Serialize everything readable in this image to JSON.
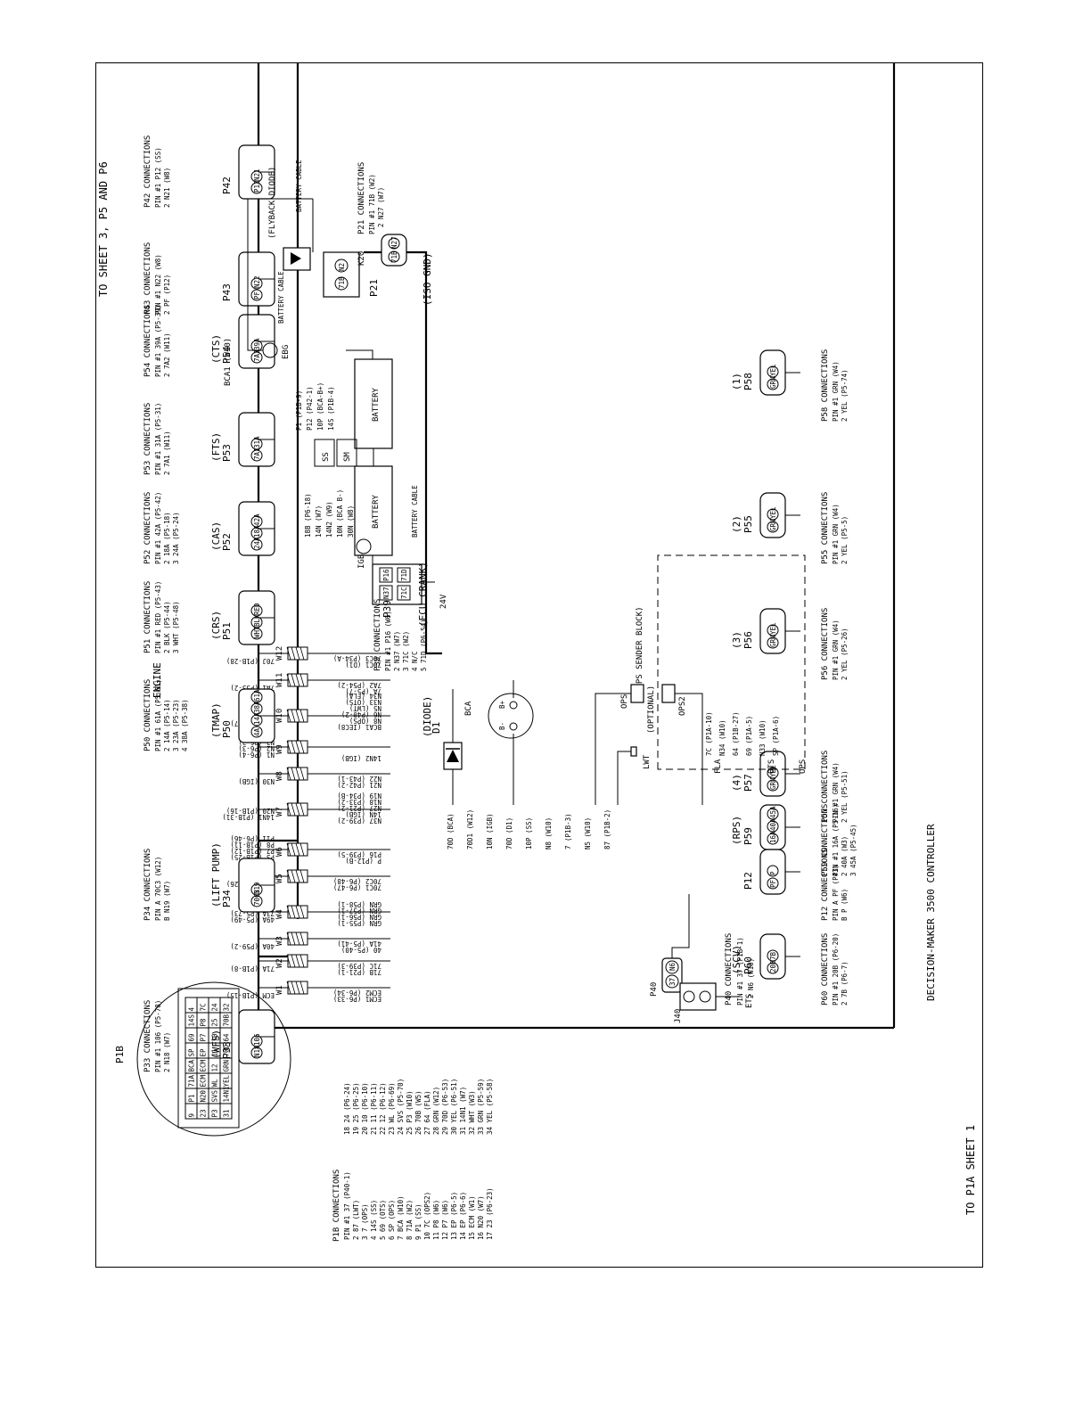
{
  "title": "DECISION-MAKER 3500 CONTROLLER",
  "section_label": "ENGINE",
  "off_page": {
    "p1a": "TO P1A SHEET 1",
    "sheet3": "TO SHEET 3, P5 AND P6"
  },
  "p1b": {
    "name": "P1B",
    "grid": [
      [
        "9",
        "P1",
        "71A",
        "BCA",
        "SP",
        "69",
        "14S",
        "4"
      ],
      [
        "23",
        "N20",
        "ECM",
        "ECM",
        "EP",
        "P7",
        "P8",
        "7C"
      ],
      [
        "P3",
        "SVS",
        "WL",
        "12",
        "11",
        "10",
        "25",
        "24"
      ],
      [
        "31",
        "14N1",
        "YEL",
        "GRN",
        "70D",
        "64",
        "70B",
        "32"
      ]
    ],
    "conn_title": "P1B CONNECTIONS",
    "conn_left": [
      "PIN #1  37  (P40-1)",
      "2  87  (LWT)",
      "3  7  (OPS)",
      "4  14S  (SS)",
      "5  69  (OTS)",
      "6  SP  (OPS)",
      "7  BCA  (W10)",
      "8  71A  (W2)",
      "9  P1  (SS)",
      "10  7C  (OPS2)",
      "11  P8  (W6)",
      "12  P7  (W6)",
      "13  EP  (P6-5)",
      "14  EP  (P6-6)",
      "15  ECM  (W1)",
      "16  N20  (W7)",
      "17  23  (P6-23)"
    ],
    "conn_right": [
      "18  24  (P6-24)",
      "19  25  (P6-25)",
      "20  10  (P6-10)",
      "21  11  (P6-11)",
      "22  12  (P6-12)",
      "23  WL  (P6-69)",
      "24  SVS  (P5-70)",
      "25  P3  (W10)",
      "26  70B  (W5)",
      "27  64  (FLA)",
      "28  GRN  (W12)",
      "29  70D  (P6-53)",
      "30  YEL  (P6-51)",
      "31  14N1  (W7)",
      "32  WHT  (W3)",
      "33  GRN  (P5-59)",
      "34  YEL  (P5-58)"
    ]
  },
  "top_connectors": [
    {
      "name": "P60",
      "sub": "(SCV)",
      "pins": [
        "20B",
        "7B"
      ],
      "conn_title": "P60 CONNECTIONS",
      "conn": [
        "PIN #1  20B  (P6-20)",
        "2  7B  (P6-7)"
      ]
    },
    {
      "name": "P59",
      "sub": "(RPS)",
      "pins": [
        "16A",
        "40A",
        "45A"
      ],
      "conn_title": "P59 CONNECTIONS",
      "conn": [
        "PIN #1  16A  (P5-16)",
        "2  40A  (W3)",
        "3  45A  (P5-45)"
      ]
    },
    {
      "name": "P12",
      "sub": "",
      "pins": [
        "PF",
        "P"
      ],
      "conn_title": "P12 CONNECTIONS",
      "conn": [
        "PIN A  PF  (P43)",
        "B  P  (W6)"
      ]
    },
    {
      "name": "P57",
      "sub": "(4)",
      "pins": [
        "GRN",
        "YEL"
      ],
      "conn_title": "P57 CONNECTIONS",
      "conn": [
        "PIN #1  GRN  (W4)",
        "2  YEL  (P5-51)"
      ]
    },
    {
      "name": "P56",
      "sub": "(3)",
      "pins": [
        "GRN",
        "YEL"
      ],
      "conn_title": "P56 CONNECTIONS",
      "conn": [
        "PIN #1  GRN  (W4)",
        "2  YEL  (P5-26)"
      ]
    },
    {
      "name": "P55",
      "sub": "(2)",
      "pins": [
        "GRN",
        "YEL"
      ],
      "conn_title": "P55 CONNECTIONS",
      "conn": [
        "PIN #1  GRN  (W4)",
        "2  YEL  (P5-5)"
      ]
    },
    {
      "name": "P58",
      "sub": "(1)",
      "pins": [
        "GRN",
        "YEL"
      ],
      "conn_title": "P58 CONNECTIONS",
      "conn": [
        "PIN #1  GRN  (W4)",
        "2  YEL  (P5-74)"
      ]
    }
  ],
  "bottom_connectors": [
    {
      "name": "P33",
      "sub": "(WFS)",
      "pins": [
        "N18",
        "106"
      ],
      "conn_title": "P33 CONNECTIONS",
      "conn": [
        "PIN #1  106  (P5-78)",
        "2  N18  (W7)"
      ]
    },
    {
      "name": "P34",
      "sub": "(LIFT PUMP)",
      "pins": [
        "70C3",
        "N19"
      ],
      "conn_title": "P34 CONNECTIONS",
      "conn": [
        "PIN A  70C3  (W12)",
        "B  N19  (W7)"
      ]
    },
    {
      "name": "P50",
      "sub": "(TMAP)",
      "pins": [
        "4A",
        "14A",
        "38A",
        "61A"
      ],
      "conn_title": "P50 CONNECTIONS",
      "conn": [
        "PIN #1  61A  (P5-61)",
        "2  14A  (P5-14)",
        "3  23A  (P5-23)",
        "4  38A  (P5-38)"
      ]
    },
    {
      "name": "P51",
      "sub": "(CRS)",
      "pins": [
        "WHT",
        "BLK",
        "RED"
      ],
      "conn_title": "P51 CONNECTIONS",
      "conn": [
        "PIN #1  RED  (P5-43)",
        "2  BLK  (P5-44)",
        "3  WHT  (P5-48)"
      ]
    },
    {
      "name": "P52",
      "sub": "(CAS)",
      "pins": [
        "24A",
        "18A",
        "42A"
      ],
      "conn_title": "P52 CONNECTIONS",
      "conn": [
        "PIN #1  42A  (P5-42)",
        "2  18A  (P5-18)",
        "3  24A  (P5-24)"
      ]
    },
    {
      "name": "P53",
      "sub": "(FTS)",
      "pins": [
        "7A1",
        "31A"
      ],
      "conn_title": "P53 CONNECTIONS",
      "conn": [
        "PIN #1  31A  (P5-31)",
        "2  7A1  (W11)"
      ]
    },
    {
      "name": "P54",
      "sub": "(CTS)",
      "pins": [
        "7A2",
        "39A"
      ],
      "conn_title": "P54 CONNECTIONS",
      "conn": [
        "PIN #1  39A  (P5-39)",
        "2  7A2  (W11)"
      ]
    },
    {
      "name": "P43",
      "sub": "",
      "pins": [
        "PF",
        "N22"
      ],
      "conn_title": "P43 CONNECTIONS",
      "conn": [
        "PIN #1  N22  (W8)",
        "2  PF  (P12)"
      ]
    },
    {
      "name": "P42",
      "sub": "",
      "pins": [
        "P12",
        "N21"
      ],
      "conn_title": "P42 CONNECTIONS",
      "conn": [
        "PIN #1  P12  (SS)",
        "2  N21  (W8)"
      ]
    }
  ],
  "p40": {
    "name": "P40",
    "pins": [
      "37",
      "N6"
    ],
    "conn_title": "P40 CONNECTIONS",
    "conn": [
      "PIN #1  37  (P1B-1)",
      "2  N6  (W10)"
    ]
  },
  "j40": {
    "name": "J40",
    "sensor": "ETS"
  },
  "splices": [
    {
      "name": "W1",
      "left": [
        "ECM (P1B-15)"
      ],
      "right": [
        "ECM1 (P6-33)",
        "ECM2 (P6-34)"
      ]
    },
    {
      "name": "W2",
      "left": [
        "71A (P1B-8)"
      ],
      "right": [
        "71B (P21-1)",
        "71C (P39-3)"
      ]
    },
    {
      "name": "W3",
      "left": [
        "40A (P59-2)"
      ],
      "right": [
        "40 (P5-40)",
        "41A (P5-41)"
      ]
    },
    {
      "name": "W4",
      "left": [
        "49A (P5-49)",
        "73A (P5-73)"
      ],
      "right": [
        "GRN (P55-1)",
        "GRN (P56-1)",
        "GRN (P57-1)",
        "GRN (P58-1)"
      ]
    },
    {
      "name": "W5",
      "left": [
        "70B (P1B-26)"
      ],
      "right": [
        "70C1 (P6-47)",
        "70C2 (P6-48)"
      ]
    },
    {
      "name": "W6",
      "left": [
        "P3 (P1B-25)",
        "P7 (P1B-12)",
        "P8 (P1B-11)",
        "P11 (P6-46)"
      ],
      "right": [
        "P (P12-B)",
        "P16 (P39-5)"
      ]
    },
    {
      "name": "W7",
      "left": [
        "14N1 (P1B-31)",
        "N20 (P1B-16)"
      ],
      "right": [
        "N37 (P39-2)",
        "14N (IGB)",
        "N27 (P21-2)",
        "N18 (P33-2)",
        "N19 (P34-B)"
      ]
    },
    {
      "name": "W8",
      "left": [
        "N30 (IGB)"
      ],
      "right": [
        "N21 (P42-2)",
        "N22 (P43-1)"
      ]
    },
    {
      "name": "W9",
      "left": [
        "N1 (P6-4)",
        "N2 (P6-3)",
        "N3 (P6-2)",
        "N4 (P6-1)"
      ],
      "right": [
        "14N2 (IGB)"
      ]
    },
    {
      "name": "W10",
      "left": [
        "BCA (P1B-7)"
      ],
      "right": [
        "BCA1 (IEC8)",
        "N8 (OPS)",
        "N6 (P40-2)",
        "N5 (LWT)",
        "N33 (OTS)",
        "N34 (FLA)"
      ]
    },
    {
      "name": "W11",
      "left": [
        "7A1 (P53-2)"
      ],
      "right": [
        "7A (P5-7)",
        "7A2 (P54-2)"
      ]
    },
    {
      "name": "W12",
      "left": [
        "70J (P1B-28)"
      ],
      "right": [
        "70C1 (D1)",
        "70C3 (P34-A)"
      ]
    }
  ],
  "center_wires": [
    "70D (BCA)",
    "70D1 (W12)",
    "10N (IGB)",
    "70D (D1)",
    "10P (SS)",
    "N8 (W10)",
    "7 (P1B-3)",
    "N5 (W10)",
    "87 (P1B-2)"
  ],
  "optional_block": {
    "label": "(OPTIONAL)",
    "sender_label": "(OPS SENDER BLOCK)",
    "ops": "OPS",
    "ops2": "OPS2",
    "wires": [
      "7C (P1A-10)",
      "N34 (W10)",
      "64 (P1B-27)",
      "69 (P1A-5)",
      "N33 (W10)",
      "SP (P1A-6)"
    ],
    "sensors": [
      "FLA",
      "OTS",
      "OPS"
    ]
  },
  "devices": {
    "d1": "D1",
    "d1_sub": "(DIODE)",
    "bca": "BCA",
    "bca_minus": "B-",
    "bca_plus": "B+",
    "lwt": "LWT",
    "battery": "BATTERY",
    "battery_cable": "BATTERY CABLE",
    "ss": "SS",
    "sm": "SM",
    "ss_wires": [
      "P1 (P1B-9)",
      "P12 (P42-1)",
      "10P (BCA-B+)",
      "14S (P1B-4)"
    ],
    "p39": "P39",
    "p39_sub": "(ECU CRANK)",
    "p39_volt": "24V",
    "p39_pins": [
      "N37",
      "P16",
      "71C",
      "71D"
    ],
    "p39_conn_title": "P39 CONNECTIONS",
    "p39_conn": [
      "PIN #1  P16  (W6)",
      "2  N37  (W7)",
      "3  71C  (W2)",
      "4  N/C",
      "5  71D  (P6-54)"
    ],
    "igb": "IGB",
    "igb_wires": [
      "18B (P6-18)",
      "14N (W7)",
      "14N2 (W9)",
      "10N (BCA B-)",
      "30N (W8)"
    ],
    "k20": "K20",
    "k20_pins": [
      "71B",
      "N2"
    ],
    "flyback": "(FLYBACK DIODE)",
    "battery_cable_label": "BATTERY CABLE",
    "ebg": "EBG",
    "bca1": "BCA1 (W10)",
    "cable_top": "BATTERY CABLE",
    "p21": "P21",
    "p21_sub": "(ISO GND)",
    "p21_pins": [
      "71B",
      "N27"
    ],
    "p21_conn_title": "P21 CONNECTIONS",
    "p21_conn": [
      "PIN #1  71B  (W2)",
      "2  N27  (W7)"
    ],
    "iec8": "IEC8"
  }
}
